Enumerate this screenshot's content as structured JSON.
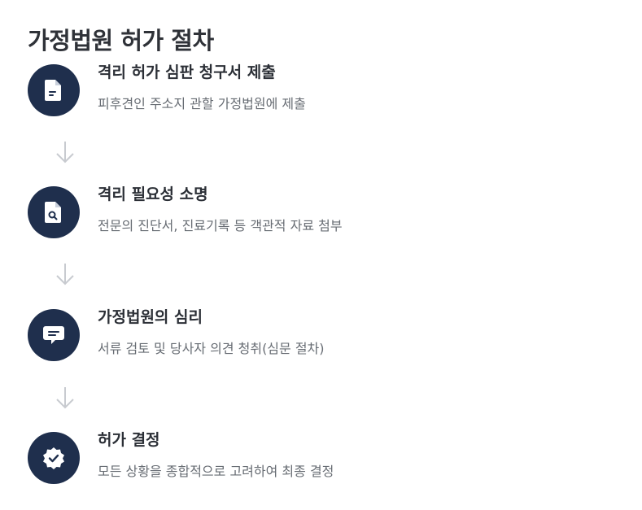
{
  "page": {
    "title": "가정법원 허가 절차"
  },
  "steps": [
    {
      "icon": "document-icon",
      "title": "격리 허가 심판 청구서 제출",
      "description": "피후견인 주소지 관할 가정법원에 제출"
    },
    {
      "icon": "document-search-icon",
      "title": "격리 필요성 소명",
      "description": "전문의 진단서, 진료기록 등 객관적 자료 첨부"
    },
    {
      "icon": "chat-icon",
      "title": "가정법원의 심리",
      "description": "서류 검토 및 당사자 의견 청취(심문 절차)"
    },
    {
      "icon": "verified-badge-icon",
      "title": "허가 결정",
      "description": "모든 상황을 종합적으로 고려하여 최종 결정"
    }
  ],
  "colors": {
    "icon_circle": "#1f2f4d",
    "arrow": "#c8cbd0",
    "title_text": "#2b2f36",
    "desc_text": "#676c73"
  }
}
